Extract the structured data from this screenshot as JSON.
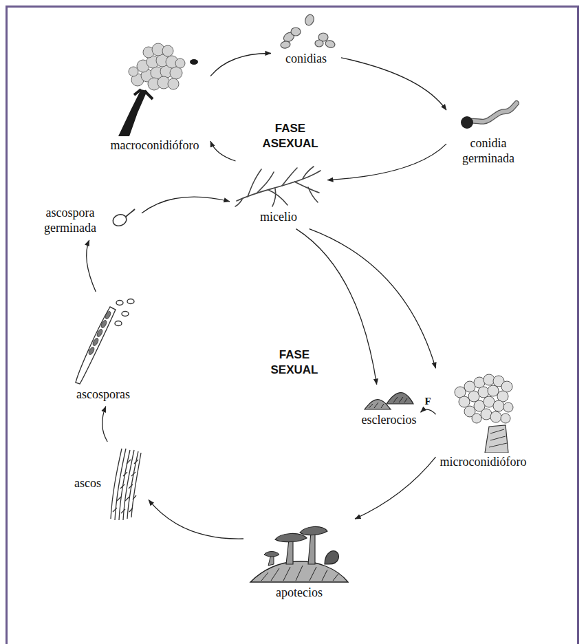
{
  "diagram": {
    "nodes": [
      {
        "text": [
          "conidias"
        ]
      },
      {
        "text": [
          "conidia germinada"
        ]
      },
      {
        "text": [
          "macroconidióforo"
        ]
      },
      {
        "text": [
          "micelio"
        ]
      },
      {
        "text": [
          "ascospora germinada"
        ]
      },
      {
        "text": [
          "esclerocios"
        ]
      },
      {
        "text": [
          "microconidióforo"
        ]
      },
      {
        "text": [
          "ascosporas"
        ]
      },
      {
        "text": [
          "ascos"
        ]
      },
      {
        "text": [
          "apotecios"
        ]
      }
    ],
    "edges": [
      {
        "from": 2,
        "to": 0,
        "arrow": "to"
      },
      {
        "from": 0,
        "to": 1,
        "arrow": "to"
      },
      {
        "from": 1,
        "to": 3,
        "arrow": "to"
      },
      {
        "from": 3,
        "to": 2,
        "arrow": "to"
      },
      {
        "from": 3,
        "to": 5,
        "arrow": "to"
      },
      {
        "from": 3,
        "to": 6,
        "arrow": "to"
      },
      {
        "from": 6,
        "to": 5,
        "label": "F",
        "arrow": "to"
      },
      {
        "from": 6,
        "to": 9,
        "arrow": "to"
      },
      {
        "from": 9,
        "to": 8,
        "arrow": "to"
      },
      {
        "from": 8,
        "to": 7,
        "arrow": "to"
      },
      {
        "from": 7,
        "to": 4,
        "arrow": "to"
      },
      {
        "from": 4,
        "to": 3,
        "arrow": "to"
      }
    ],
    "labels": [
      "FASE ASEXUAL",
      "FASE SEXUAL"
    ]
  }
}
